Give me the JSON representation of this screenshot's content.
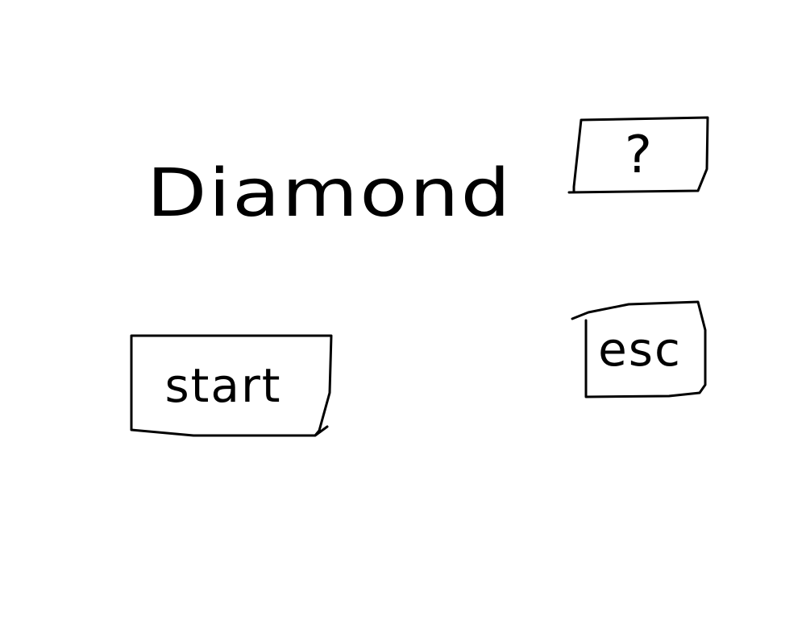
{
  "title": "Diamond",
  "buttons": {
    "help_label": "?",
    "start_label": "start",
    "esc_label": "esc"
  }
}
